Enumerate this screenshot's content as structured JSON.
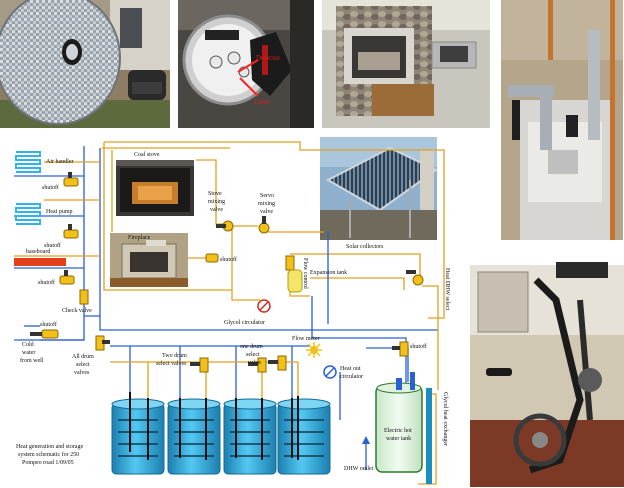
{
  "labels": {
    "air_handler": "Air handler",
    "shutoff_air": "shutoff",
    "heat_pump": "Heat pump",
    "shutoff_hp": "shutoff",
    "baseboard": "baseboard",
    "shutoff_bb": "shutoff",
    "check_valve": "Check valve",
    "shutoff_cold": "shutoff",
    "cold_water_1": "Cold",
    "cold_water_2": "water",
    "cold_water_3": "from well",
    "coal_stove": "Coal stove",
    "fireplace": "Fireplace",
    "stove_valve_1": "Stove",
    "stove_valve_2": "mixing",
    "stove_valve_3": "valve",
    "servo_valve_1": "Servo",
    "servo_valve_2": "mixing",
    "servo_valve_3": "valve",
    "shutoff_fp": "shutoff",
    "solar_collectors": "Solar collectors",
    "flow_control": "Flow control",
    "expansion_tank": "Expansion tank",
    "glycol_circulator": "Glycol circulator",
    "all_drum_1": "All drum",
    "all_drum_2": "select",
    "all_drum_3": "valves",
    "two_drum_1": "Two drum",
    "two_drum_2": "select valves",
    "one_drum_1": "one drum",
    "one_drum_2": "select",
    "one_drum_3": "valve",
    "flow_meter": "Flow meter",
    "heat_out_1": "Heat out",
    "heat_out_2": "circulator",
    "shutoff_tank": "shutoff",
    "electric_tank_1": "Electric hot",
    "electric_tank_2": "water tank",
    "dhw_outlet": "DHW outlet",
    "heat_dhw_select": "Heat DHW select",
    "glycol_heat_exchanger": "Glycol heat exchanger",
    "caption_1": "Heat generation and storage",
    "caption_2": "system schematic for 250",
    "caption_3": "Pompeo road 1/09/05",
    "meter_detector": "Detector",
    "meter_laser": "Laser"
  },
  "colors": {
    "pipe_blue": "#2a5fd6",
    "pipe_orange": "#e0a020",
    "valve_yellow": "#f2c019",
    "drum_cyan": "#2fb5e8",
    "baseboard_red": "#e2401b"
  }
}
